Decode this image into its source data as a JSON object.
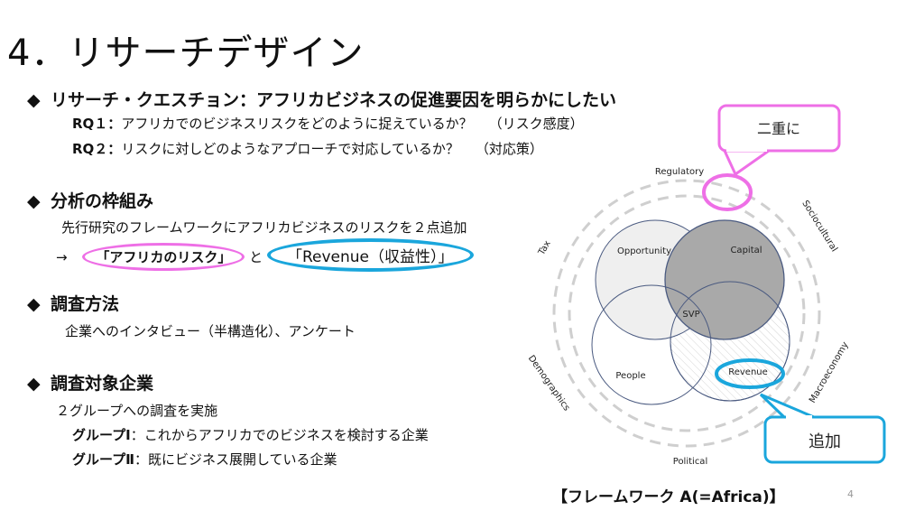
{
  "slide": {
    "title": "4．リサーチデザイン",
    "page_number": "4",
    "bullet_icon": "diamond",
    "sections": [
      {
        "heading": "リサーチ・クエスチョン：アフリカビジネスの促進要因を明らかにしたい",
        "lines": [
          {
            "label": "RQ１：",
            "text": "アフリカでのビジネスリスクをどのように捉えているか？",
            "note": "（リスク感度）"
          },
          {
            "label": "RQ２：",
            "text": "リスクに対しどのようなアプローチで対応しているか？",
            "note": "（対応策）"
          }
        ]
      },
      {
        "heading": "分析の枠組み",
        "line1": "先行研究のフレームワークにアフリカビジネスのリスクを２点追加",
        "arrow": "→",
        "highlight1": "「アフリカのリスク」",
        "connector": "と",
        "highlight2": "「Revenue（収益性）」"
      },
      {
        "heading": "調査方法",
        "line1": "企業へのインタビュー（半構造化）、アンケート"
      },
      {
        "heading": "調査対象企業",
        "line1": "２グループへの調査を実施",
        "groups": [
          {
            "label": "グループⅠ",
            "text": "：これからアフリカでのビジネスを検討する企業"
          },
          {
            "label": "グループⅡ",
            "text": "：既にビジネス展開している企業"
          }
        ]
      }
    ]
  },
  "diagram": {
    "caption": "【フレームワーク A(=Africa)】",
    "outer_labels": [
      "Regulatory",
      "Sociocultural",
      "Macroeconomy",
      "Political",
      "Demographics",
      "Tax"
    ],
    "circles": [
      "Opportunity",
      "Capital",
      "People",
      "Revenue"
    ],
    "center_label": "SVP",
    "callout_pink": "二重に",
    "callout_blue": "追加",
    "colors": {
      "pink": "#ee6fe6",
      "blue": "#1aa6dc",
      "dash": "#cfcfcf",
      "capital": "#a9a9a9",
      "opportunity": "#efefef",
      "stroke": "#4a5a80"
    }
  }
}
